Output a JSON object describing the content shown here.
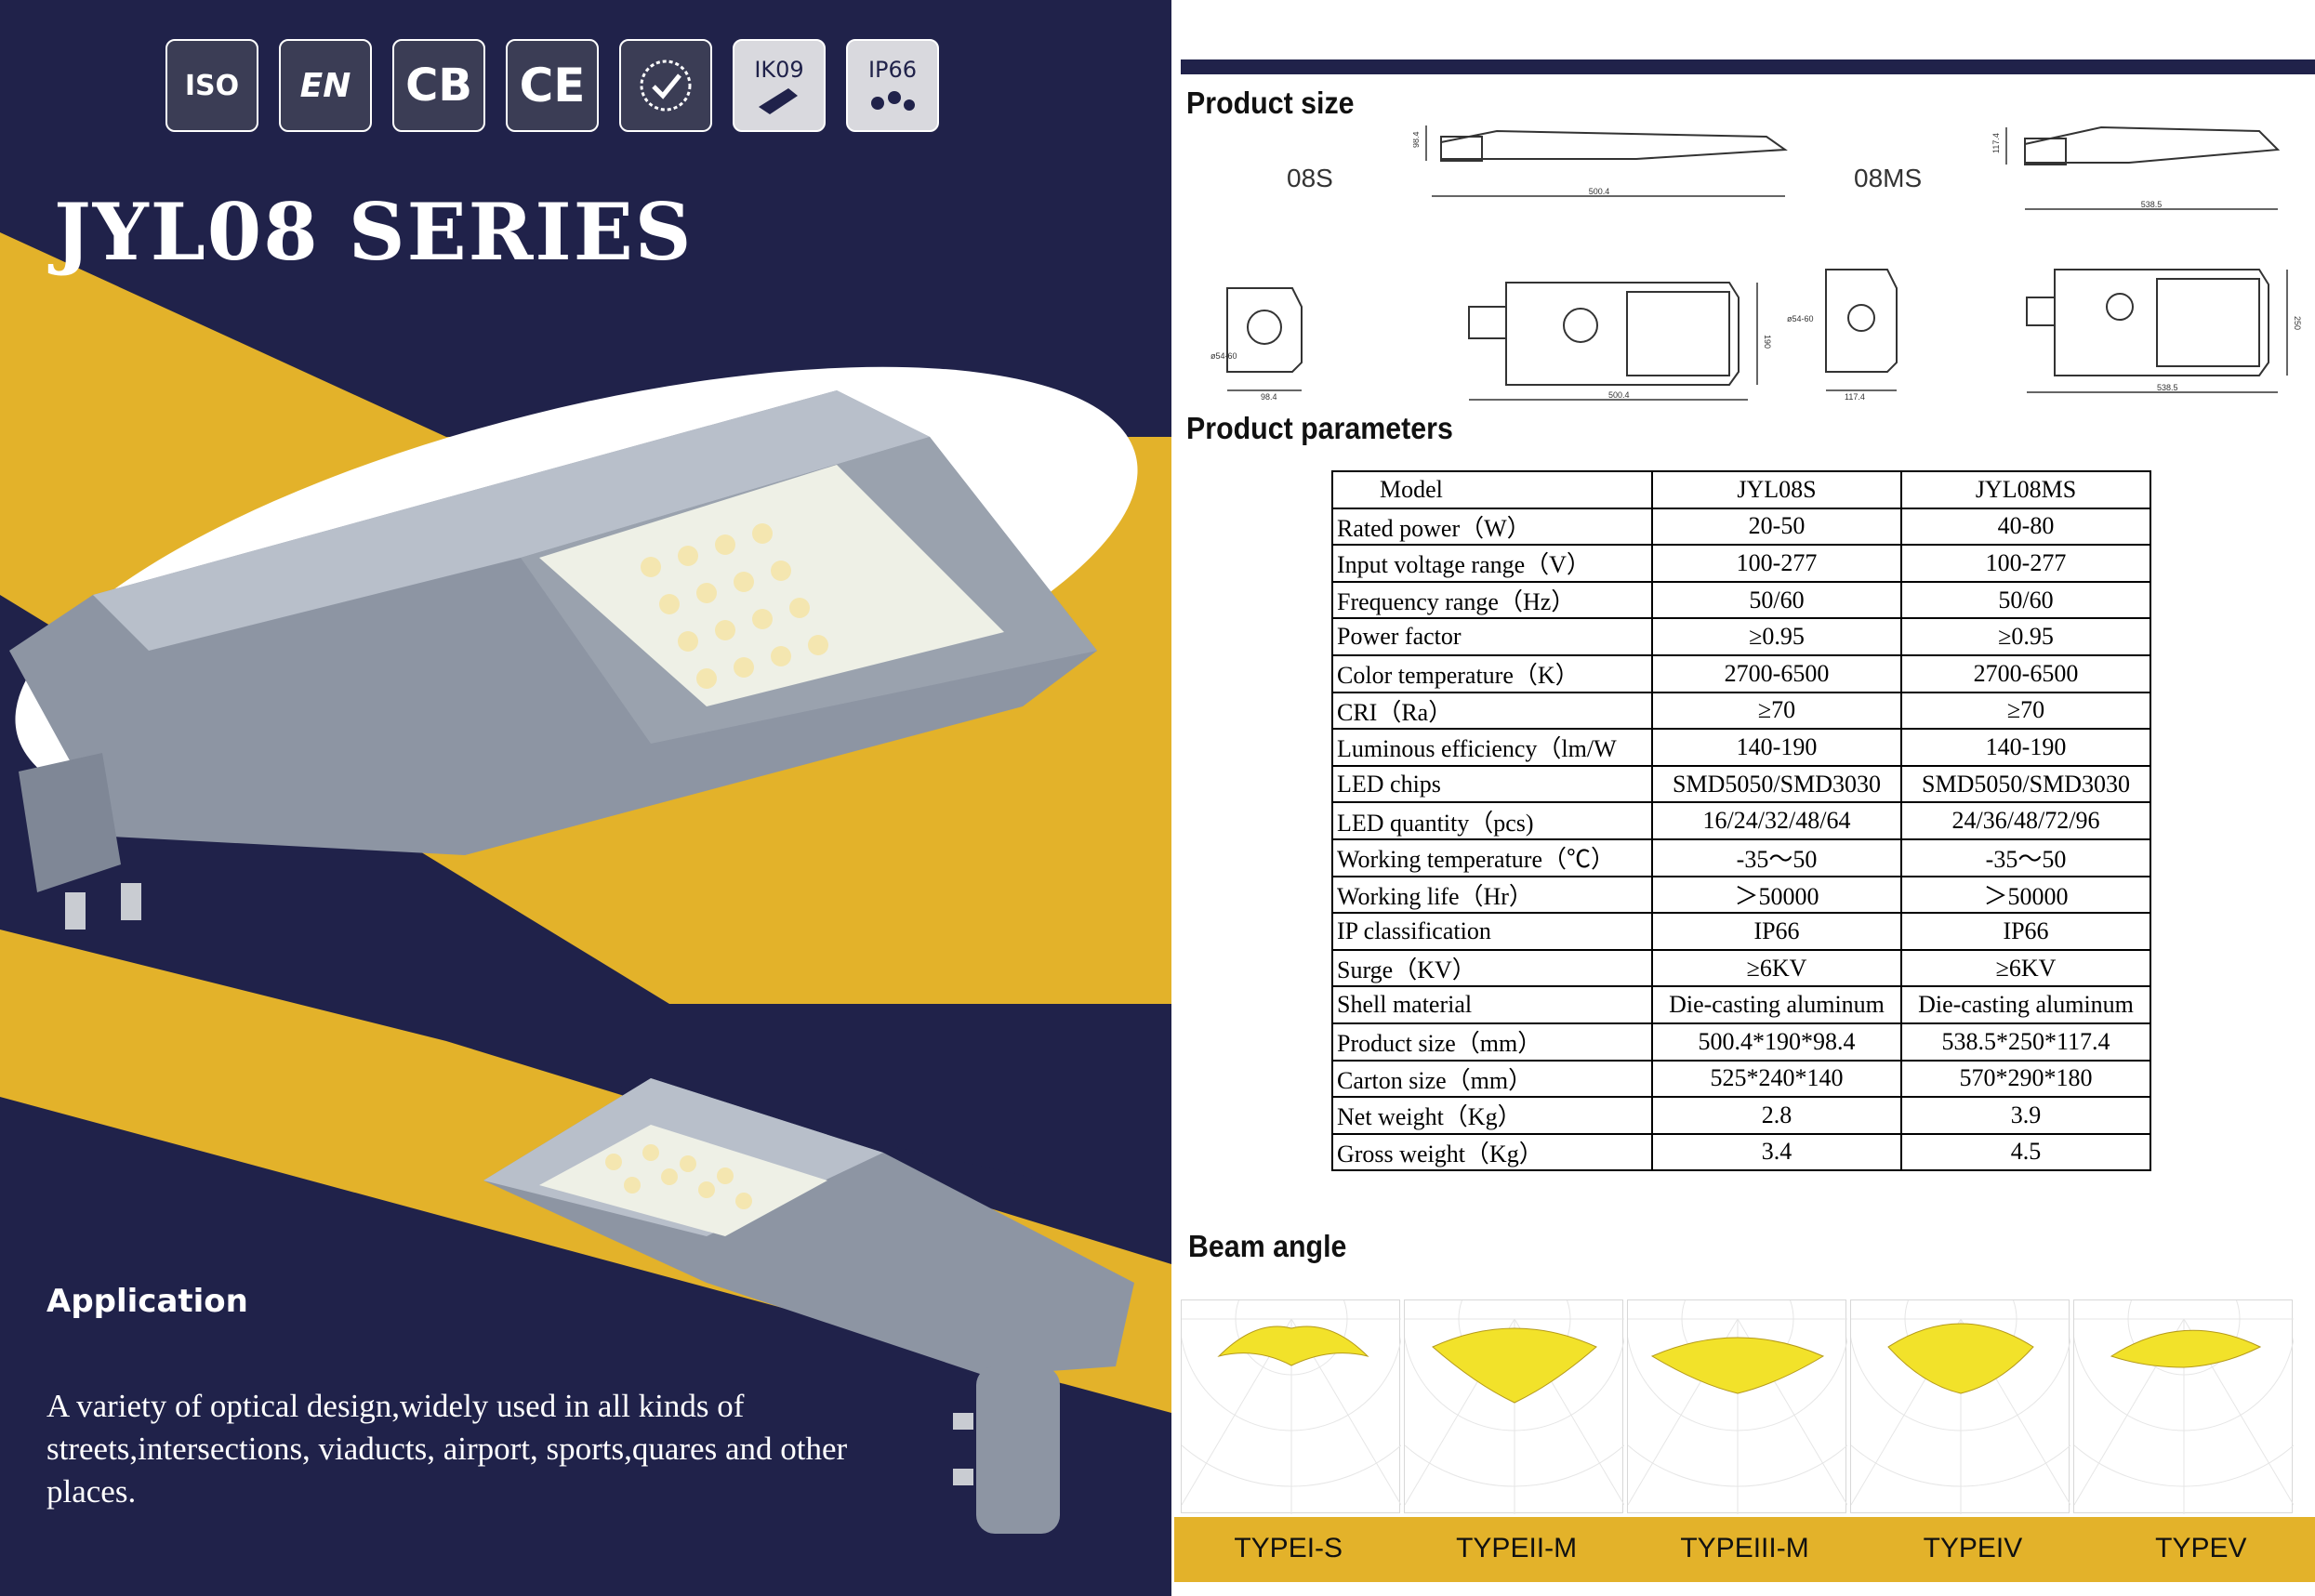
{
  "left": {
    "certifications": [
      {
        "icon": "iso-icon",
        "text": "ISO"
      },
      {
        "icon": "en-icon",
        "text": "EN"
      },
      {
        "icon": "cb-icon",
        "text": "CB"
      },
      {
        "icon": "ce-icon",
        "text": "CE"
      },
      {
        "icon": "laurel-check-icon",
        "text": ""
      },
      {
        "icon": "ik09-icon",
        "text": "IK09"
      },
      {
        "icon": "ip66-icon",
        "text": "IP66"
      }
    ],
    "series_title": "JYL08 SERIES",
    "application_heading": "Application",
    "application_text": "A variety of optical design,widely used in all kinds of streets,intersections, viaducts, airport, sports,quares and other places.",
    "colors": {
      "navy": "#20224a",
      "gold": "#e3b22a",
      "white": "#ffffff"
    }
  },
  "right": {
    "product_size_title": "Product size",
    "size_labels": {
      "small": "08S",
      "large": "08MS"
    },
    "dimensions": {
      "s_length": "500.4",
      "s_height": "98.4",
      "s_width": "190",
      "s_mount": "ø54-60",
      "ms_length": "538.5",
      "ms_height": "117.4",
      "ms_width": "250",
      "ms_mount": "ø54-60"
    },
    "parameters_title": "Product parameters",
    "table": {
      "header": [
        "Model",
        "JYL08S",
        "JYL08MS"
      ],
      "rows": [
        [
          "Rated power（W）",
          "20-50",
          "40-80"
        ],
        [
          "Input voltage range（V）",
          "100-277",
          "100-277"
        ],
        [
          "Frequency range（Hz）",
          "50/60",
          "50/60"
        ],
        [
          "Power factor",
          "≥0.95",
          "≥0.95"
        ],
        [
          "Color temperature（K）",
          "2700-6500",
          "2700-6500"
        ],
        [
          "CRI（Ra）",
          "≥70",
          "≥70"
        ],
        [
          "Luminous efficiency（lm/W",
          "140-190",
          "140-190"
        ],
        [
          "LED chips",
          "SMD5050/SMD3030",
          "SMD5050/SMD3030"
        ],
        [
          "LED quantity（pcs)",
          "16/24/32/48/64",
          "24/36/48/72/96"
        ],
        [
          "Working temperature（℃）",
          "-35～50",
          "-35～50"
        ],
        [
          "Working life（Hr）",
          "＞50000",
          "＞50000"
        ],
        [
          "IP classification",
          "IP66",
          "IP66"
        ],
        [
          "Surge（KV）",
          "≥6KV",
          "≥6KV"
        ],
        [
          "Shell material",
          "Die-casting aluminum",
          "Die-casting aluminum"
        ],
        [
          "Product size（mm）",
          "500.4*190*98.4",
          "538.5*250*117.4"
        ],
        [
          "Carton size（mm）",
          "525*240*140",
          "570*290*180"
        ],
        [
          "Net weight（Kg）",
          "2.8",
          "3.9"
        ],
        [
          "Gross weight（Kg）",
          "3.4",
          "4.5"
        ]
      ]
    },
    "beam_title": "Beam angle",
    "beam_types": [
      "TYPEI-S",
      "TYPEII-M",
      "TYPEIII-M",
      "TYPEIV",
      "TYPEV"
    ],
    "colors": {
      "beam_fill": "#f2e22a",
      "strip": "#e3b22a"
    }
  }
}
